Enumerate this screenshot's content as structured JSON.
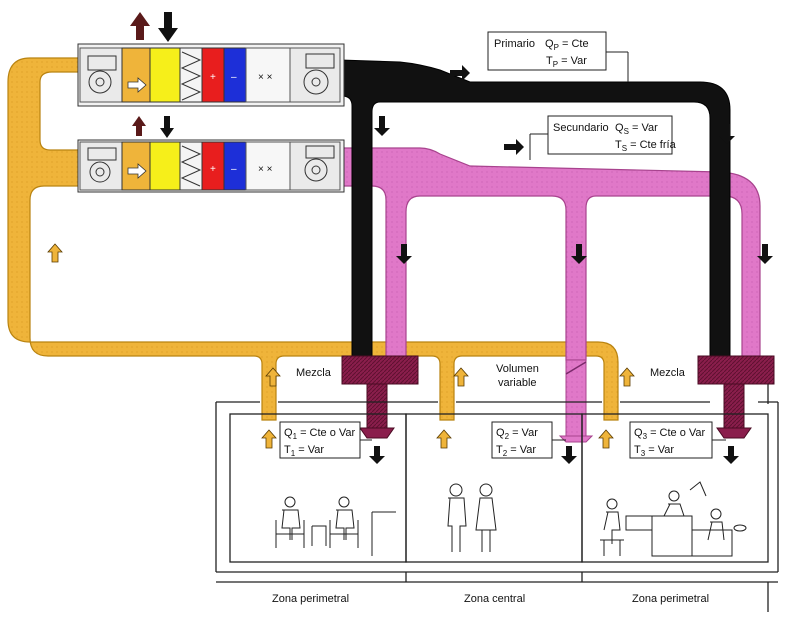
{
  "colors": {
    "return_duct": "#efb43a",
    "return_dark": "#c88a10",
    "primary_duct": "#111111",
    "secondary_duct": "#e078c8",
    "secondary_dark": "#b84f9f",
    "mixing_box": "#8a1e4c",
    "mixing_dark": "#5e1030",
    "cooling_coil": "#1d2fd8",
    "heating_coil": "#e81e1e",
    "filter": "#f6ef1a"
  },
  "units": {
    "coil_plus": "+",
    "coil_minus": "–",
    "humidifier": "× ×"
  },
  "primary_label": {
    "name": "Primario",
    "flow": "Q",
    "flow_sub": "P",
    "flow_value": " = Cte",
    "temp": "T",
    "temp_sub": "P",
    "temp_value": " = Var"
  },
  "secondary_label": {
    "name": "Secundario",
    "flow": "Q",
    "flow_sub": "S",
    "flow_value": " = Var",
    "temp": "T",
    "temp_sub": "S",
    "temp_value": " = Cte fría"
  },
  "mix_labels": {
    "left": "Mezcla",
    "center_1": "Volumen",
    "center_2": "variable",
    "right": "Mezcla"
  },
  "zones": [
    {
      "q": "Q",
      "q_sub": "1",
      "q_value": " = Cte o Var",
      "t": "T",
      "t_sub": "1",
      "t_value": " = Var",
      "name": "Zona perimetral"
    },
    {
      "q": "Q",
      "q_sub": "2",
      "q_value": " = Var",
      "t": "T",
      "t_sub": "2",
      "t_value": " = Var",
      "name": "Zona central"
    },
    {
      "q": "Q",
      "q_sub": "3",
      "q_value": " = Cte o Var",
      "t": "T",
      "t_sub": "3",
      "t_value": " = Var",
      "name": "Zona perimetral"
    }
  ]
}
